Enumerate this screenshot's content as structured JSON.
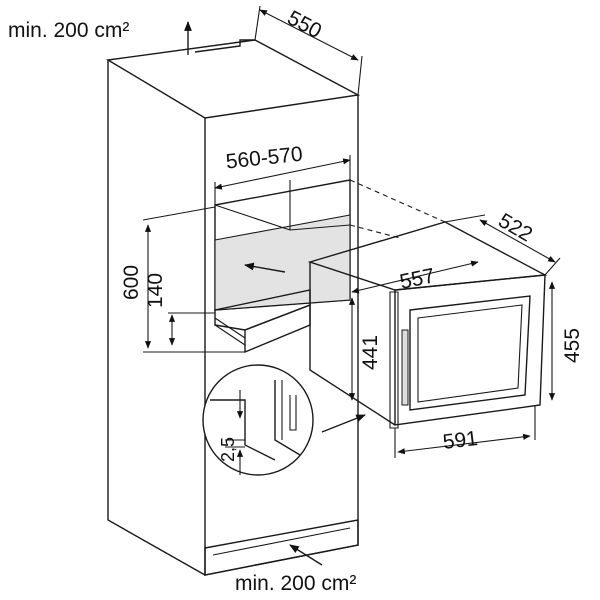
{
  "notes": {
    "top_airflow": "min. 200 cm²",
    "bottom_airflow": "min. 200 cm²"
  },
  "dimensions": {
    "cabinet_depth": "550",
    "niche_width": "560-570",
    "niche_height": "600",
    "shelf_height": "140",
    "appliance_depth": "522",
    "inner_width": "557",
    "front_height": "455",
    "body_height": "441",
    "front_width": "591",
    "gap": "2,5"
  },
  "icons": [
    "arrow-up-icon",
    "arrow-diagonal-icon",
    "arrow-insert-icon"
  ]
}
